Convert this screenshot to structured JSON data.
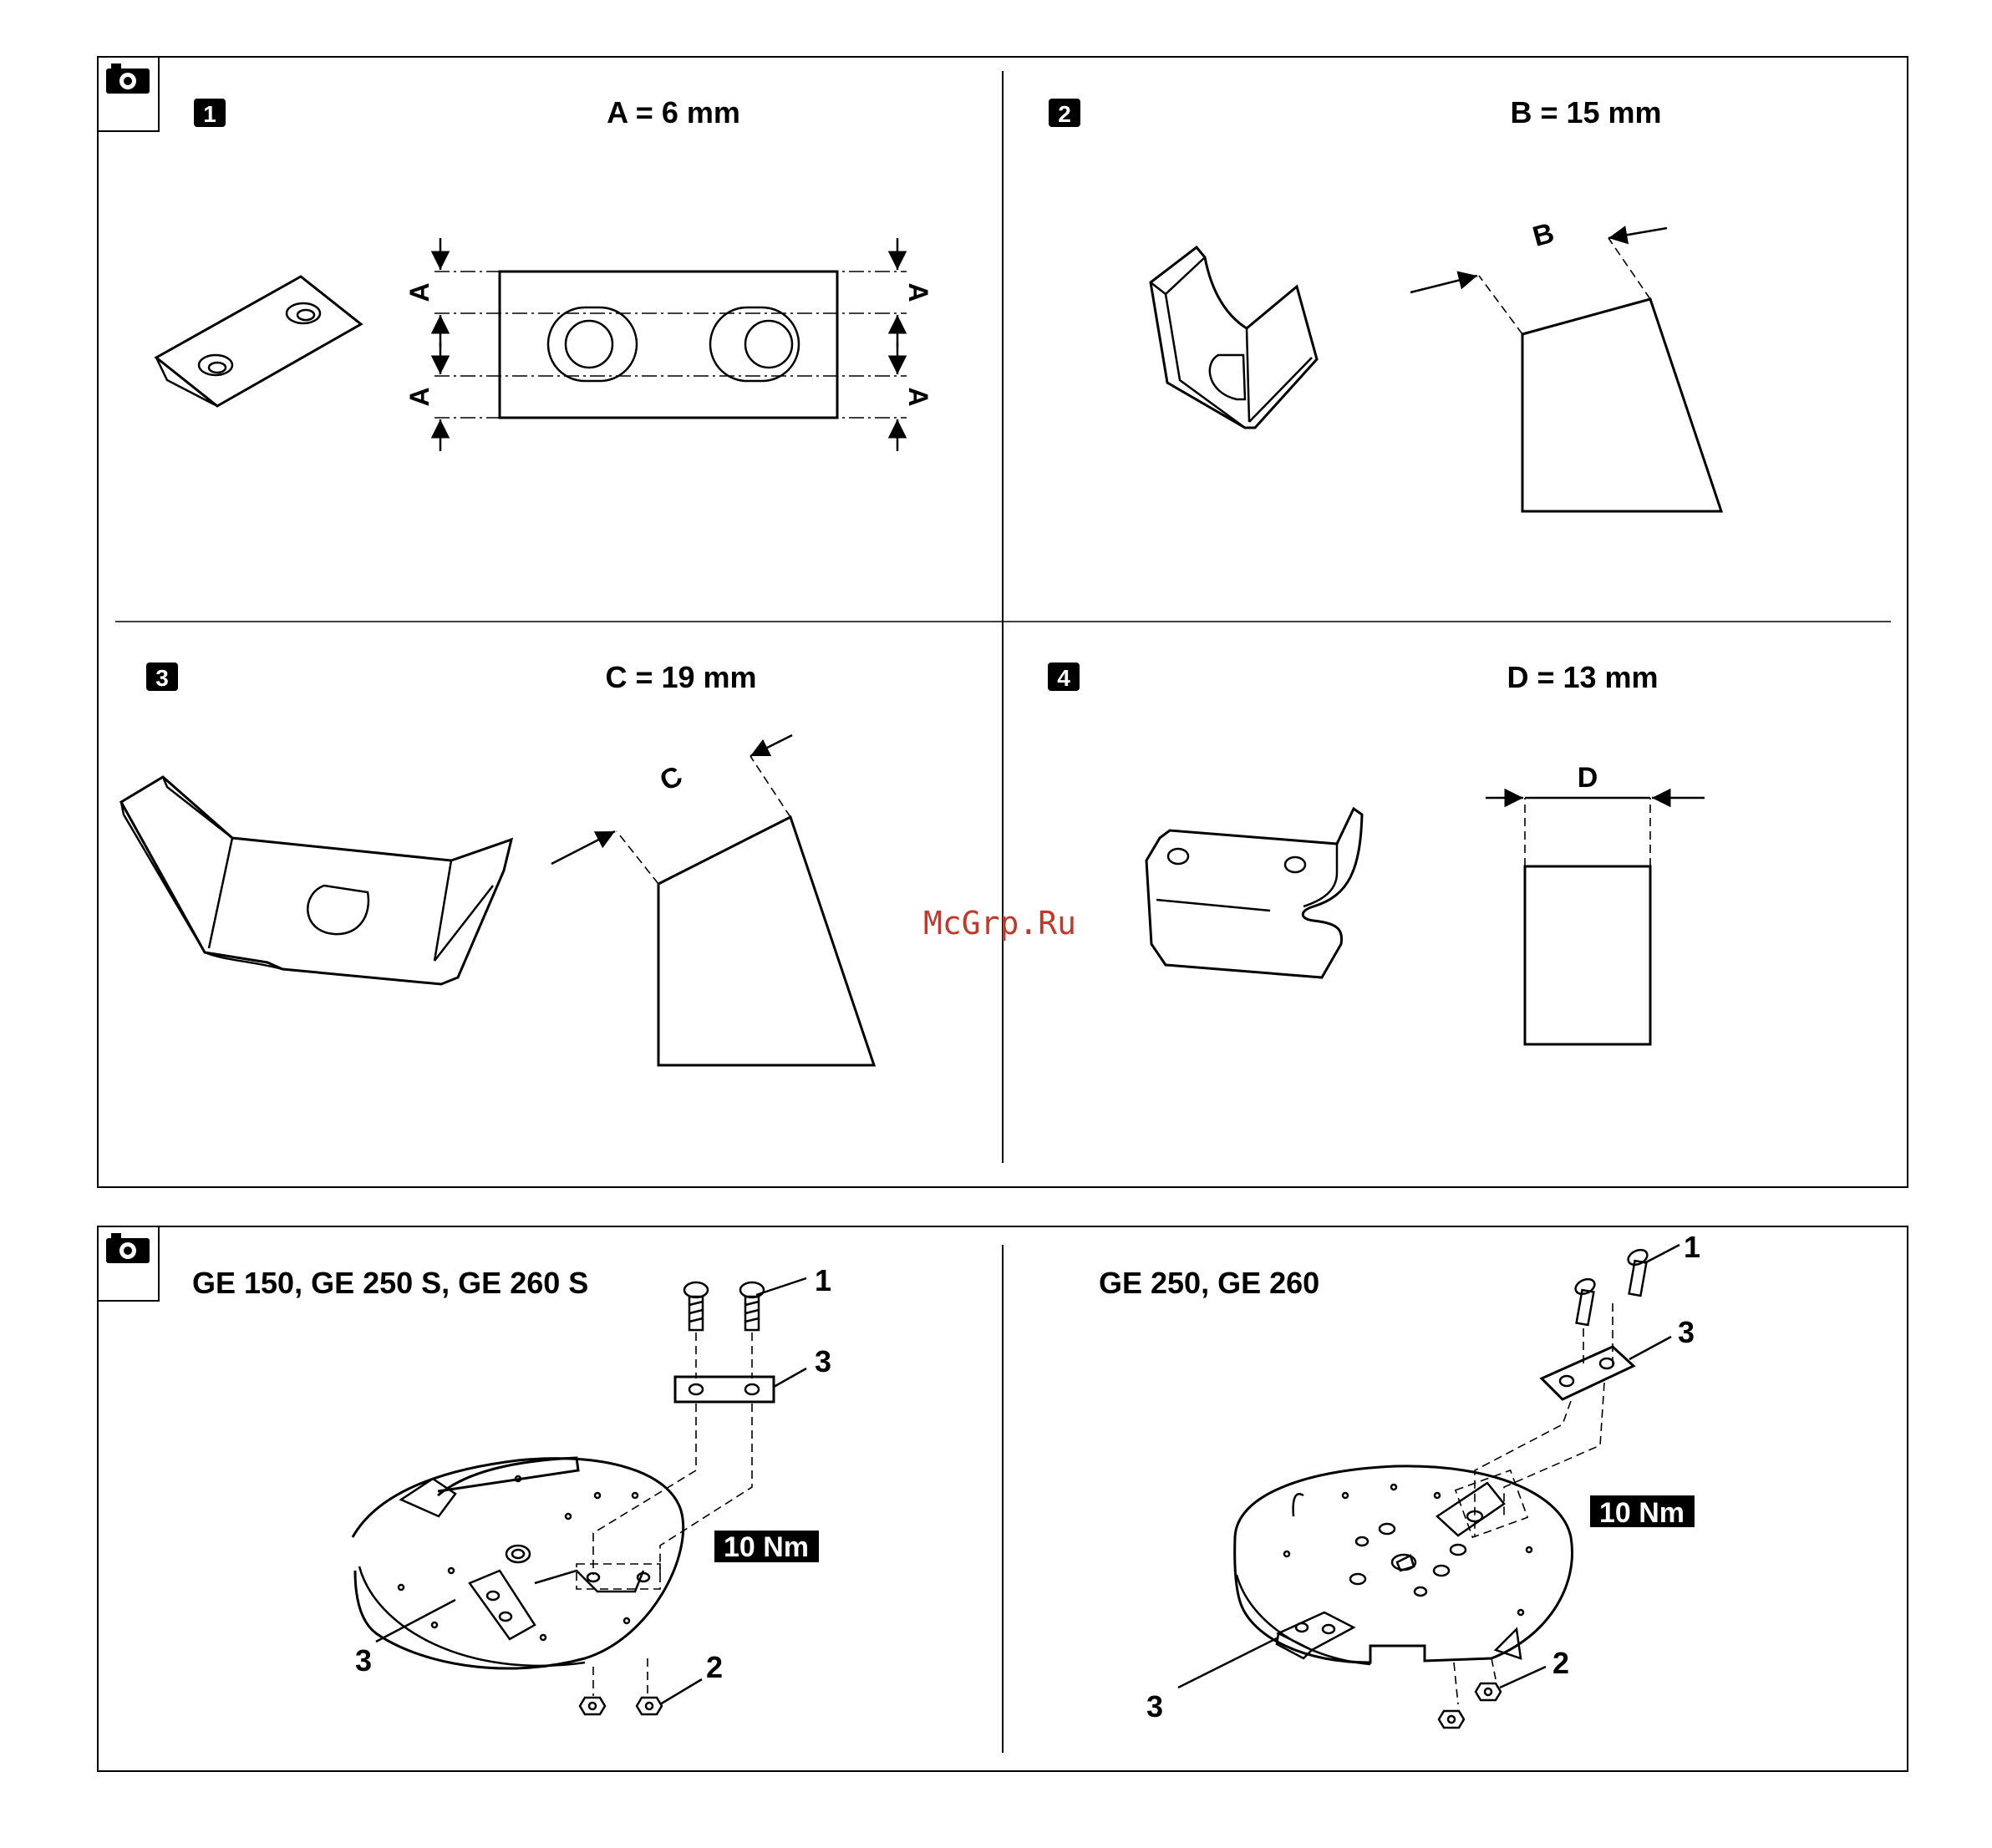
{
  "panel_top": {
    "steps": [
      {
        "number": "1",
        "dimension_label": "A = 6 mm",
        "dim_letter": "A"
      },
      {
        "number": "2",
        "dimension_label": "B = 15 mm",
        "dim_letter": "B"
      },
      {
        "number": "3",
        "dimension_label": "C = 19 mm",
        "dim_letter": "C"
      },
      {
        "number": "4",
        "dimension_label": "D = 13 mm",
        "dim_letter": "D"
      }
    ]
  },
  "panel_bottom": {
    "left": {
      "title": "GE 150, GE 250 S, GE 260 S",
      "torque": "10 Nm",
      "callouts": [
        "1",
        "3",
        "3",
        "2"
      ]
    },
    "right": {
      "title": "GE 250, GE 260",
      "torque": "10 Nm",
      "callouts": [
        "1",
        "3",
        "3",
        "2"
      ]
    }
  },
  "watermark": "McGrp.Ru",
  "icons": [
    "camera-icon"
  ],
  "colors": {
    "ink": "#000000",
    "paper": "#ffffff",
    "watermark": "#c0392b"
  }
}
